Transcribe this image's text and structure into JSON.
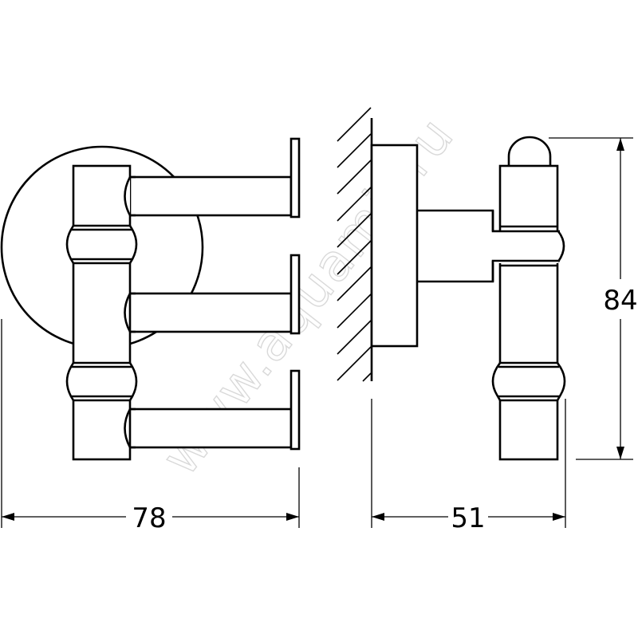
{
  "drawing": {
    "subject": "Triple swivel hook (wall-mounted) technical drawing",
    "views": [
      {
        "name": "front-view",
        "description": "Round wall rosette with vertical swivel bar and three horizontal arms with end plates"
      },
      {
        "name": "side-view",
        "description": "Wall with hatching, base plate, stem and vertical bar with dome cap"
      }
    ],
    "units": "mm",
    "line_color": "#000000",
    "background": "#ffffff"
  },
  "dimensions": {
    "width": {
      "label": "78",
      "value": 78
    },
    "depth": {
      "label": "51",
      "value": 51
    },
    "height": {
      "label": "84",
      "value": 84
    }
  },
  "watermark": {
    "text": "www.aquamir.ru",
    "color": "#d9d9d9"
  }
}
